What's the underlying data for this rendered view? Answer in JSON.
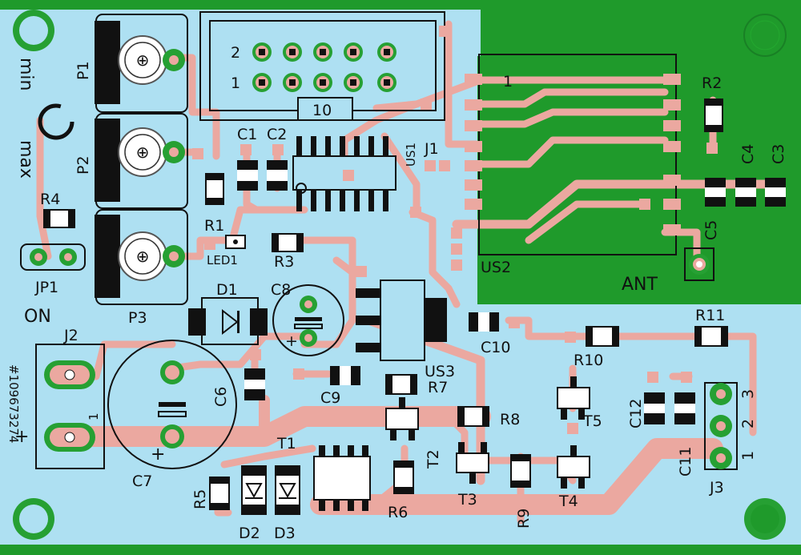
{
  "colors": {
    "board_edge": "#1f9a2b",
    "substrate": "#aee0f2",
    "trace": "#eba8a0",
    "pad_ring": "#26a033",
    "body": "#111111"
  },
  "labels": {
    "p1": "P1",
    "p2": "P2",
    "p3": "P3",
    "min": "min",
    "max": "max",
    "r1": "R1",
    "r2": "R2",
    "r3": "R3",
    "r4": "R4",
    "r5": "R5",
    "r6": "R6",
    "r7": "R7",
    "r8": "R8",
    "r9": "R9",
    "r10": "R10",
    "r11": "R11",
    "c1": "C1",
    "c2": "C2",
    "c3": "C3",
    "c4": "C4",
    "c5": "C5",
    "c6": "C6",
    "c7": "C7",
    "c8": "C8",
    "c9": "C9",
    "c10": "C10",
    "c11": "C11",
    "c12": "C12",
    "d1": "D1",
    "d2": "D2",
    "d3": "D3",
    "t1": "T1",
    "t2": "T2",
    "t3": "T3",
    "t4": "T4",
    "t5": "T5",
    "j1": "J1",
    "j2": "J2",
    "j3": "J3",
    "jp1": "JP1",
    "us1": "US1",
    "us2": "US2",
    "us3": "US3",
    "led1": "LED1",
    "on": "ON",
    "ant": "ANT",
    "pin1": "1",
    "pin2": "2",
    "pin3": "3",
    "pin10": "10",
    "us2_pin1": "1",
    "j2_pin1": "1",
    "j2_plus": "+",
    "c7_plus": "+",
    "c8_plus": "+",
    "stock_id": "#109673274"
  }
}
